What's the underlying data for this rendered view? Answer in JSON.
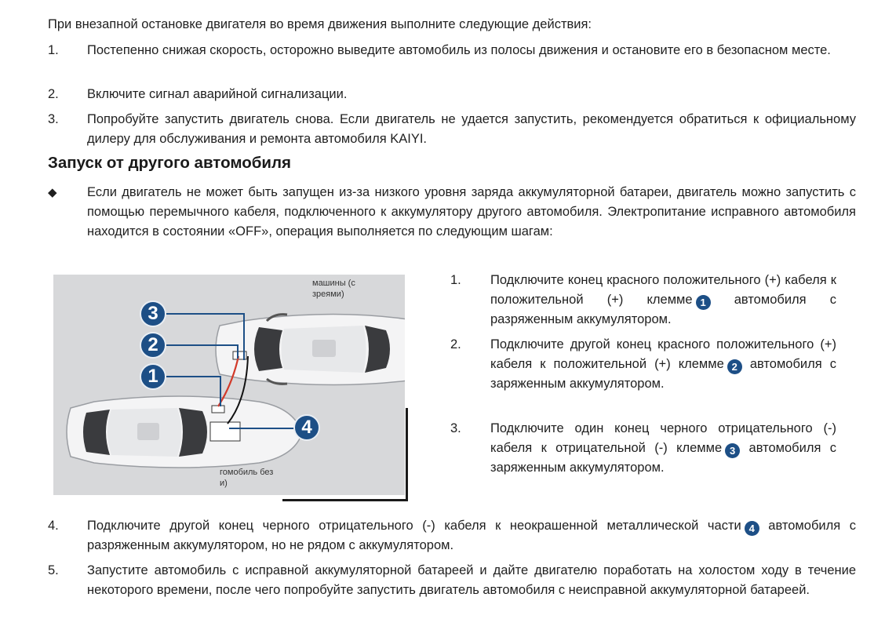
{
  "intro": "При внезапной остановке двигателя во время движения выполните следующие действия:",
  "steps_top": [
    {
      "num": "1.",
      "text": "Постепенно снижая скорость, осторожно выведите автомобиль из полосы движения и остановите его в безопасном месте."
    },
    {
      "num": "2.",
      "text": "Включите сигнал аварийной сигнализации."
    },
    {
      "num": "3.",
      "text": "Попробуйте запустить двигатель снова. Если двигатель не удается запустить, рекомендуется обратиться к официальному дилеру для обслуживания и ремонта автомобиля KAIYI."
    }
  ],
  "section_title": "Запуск от другого автомобиля",
  "bullet_symbol": "◆",
  "bullet_text": "Если двигатель не может быть запущен из-за низкого уровня заряда аккумуляторной батареи, двигатель можно запустить с помощью перемычного кабеля, подключенного к аккумулятору другого автомобиля. Электропитание исправного автомобиля находится в состоянии «OFF», операция выполняется по следующим шагам:",
  "diagram": {
    "label_top": [
      "машины (с",
      "зреями)"
    ],
    "label_bottom": [
      "гомобиль без",
      "и)"
    ],
    "callouts": [
      "3",
      "2",
      "1",
      "4"
    ],
    "callout_color": "#1d4f86"
  },
  "steps_right": [
    {
      "num": "1.",
      "text": "Подключите конец красного положительного (+) кабеля к положительной (+) клемме",
      "badge": "1",
      "after": " автомобиля с разряженным аккумулятором."
    },
    {
      "num": "2.",
      "text": "Подключите другой конец красного положительного (+) кабеля к положительной (+) клемме",
      "badge": "2",
      "after": " автомобиля с заряженным аккумулятором."
    },
    {
      "num": "3.",
      "text": "Подключите один конец черного отрицательного (-) кабеля к отрицательной (-) клемме",
      "badge": "3",
      "after": " автомобиля с заряженным аккумулятором."
    }
  ],
  "steps_bottom": [
    {
      "num": "4.",
      "text": "Подключите другой конец черного отрицательного (-) кабеля к неокрашенной металлической части",
      "badge": "4",
      "after": " автомобиля с разряженным аккумулятором, но не рядом с аккумулятором."
    },
    {
      "num": "5.",
      "text": "Запустите автомобиль с исправной аккумуляторной батареей и дайте двигателю поработать на холостом ходу в течение некоторого времени, после чего попробуйте запустить двигатель автомобиля с неисправной аккумуляторной батареей."
    }
  ]
}
